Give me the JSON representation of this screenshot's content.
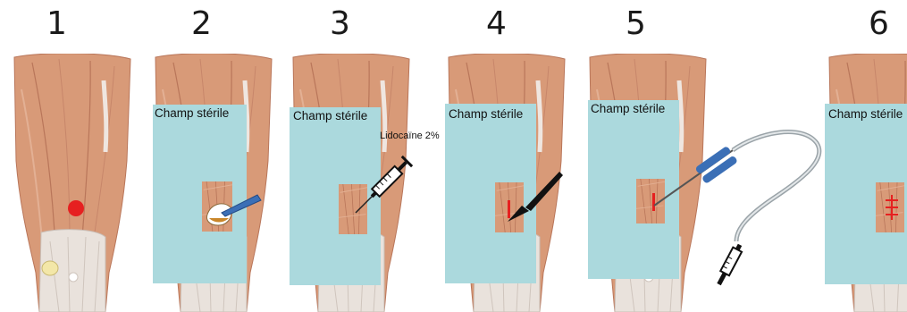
{
  "steps": [
    {
      "number": "1"
    },
    {
      "number": "2",
      "drape_label": "Champ stérile"
    },
    {
      "number": "3",
      "drape_label": "Champ stérile"
    },
    {
      "number": "4",
      "drape_label": "Champ stérile"
    },
    {
      "number": "5",
      "drape_label": "Champ stérile"
    },
    {
      "number": "6",
      "drape_label": "Champ stérile"
    }
  ],
  "syringe_label": "Lidocaïne 2%",
  "colors": {
    "skin": "#d89a78",
    "drape": "#abd9dd",
    "marker": "#e62020",
    "tool_blue": "#3b6fb6",
    "tube": "#c8cdd0"
  }
}
